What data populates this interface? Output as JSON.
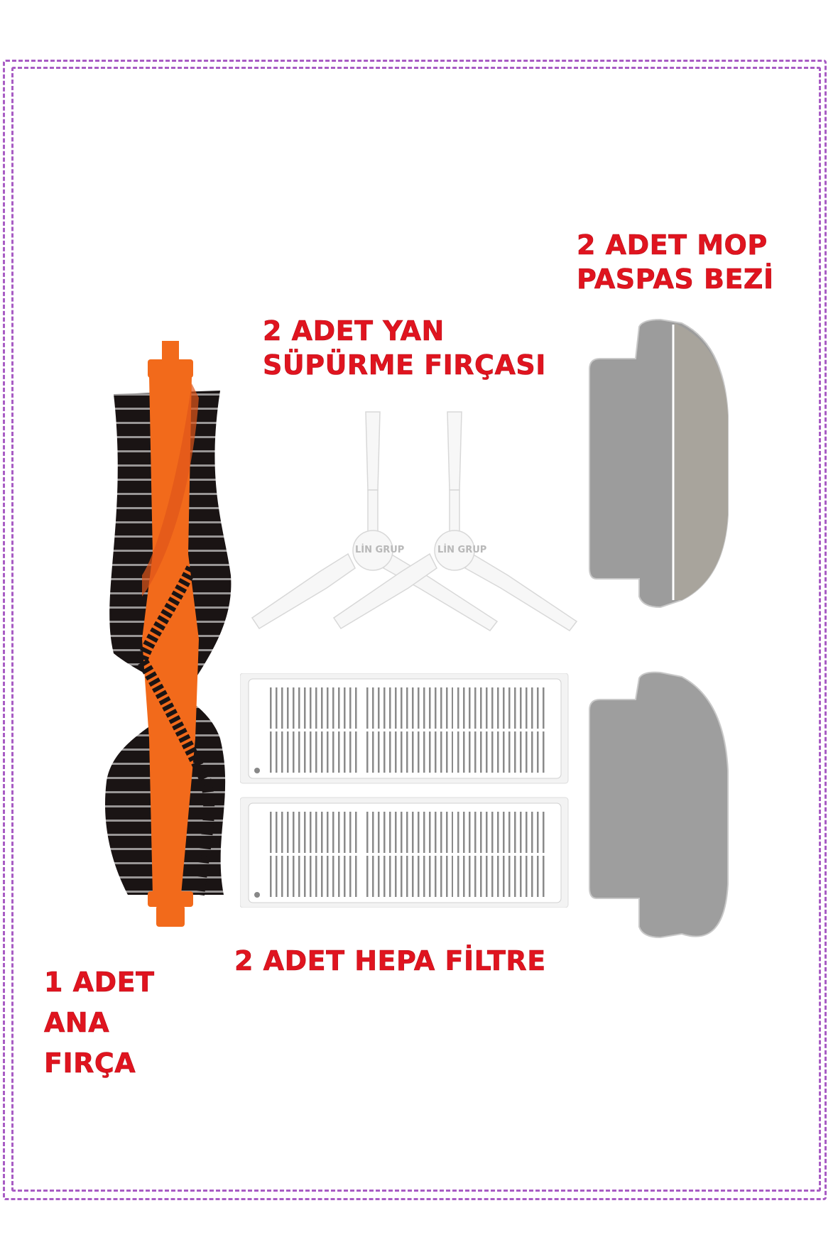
{
  "labels": {
    "mop": {
      "line1": "2 ADET MOP",
      "line2": "PASPAS BEZİ"
    },
    "side_brush": {
      "line1": "2 ADET YAN",
      "line2": "SÜPÜRME FIRÇASI"
    },
    "hepa": {
      "line1": "2 ADET HEPA FİLTRE"
    },
    "main_brush": {
      "line1": "1 ADET",
      "line2": "ANA",
      "line3": "FIRÇA"
    }
  },
  "watermark": "LİN GRUP",
  "colors": {
    "label_red": "#e0141f",
    "border_purple": "#a85cc4",
    "brush_orange": "#f26a1b",
    "bristle_black": "#1a1414",
    "mop_grey": "#9a9a9a",
    "filter_white": "#f4f4f4"
  }
}
